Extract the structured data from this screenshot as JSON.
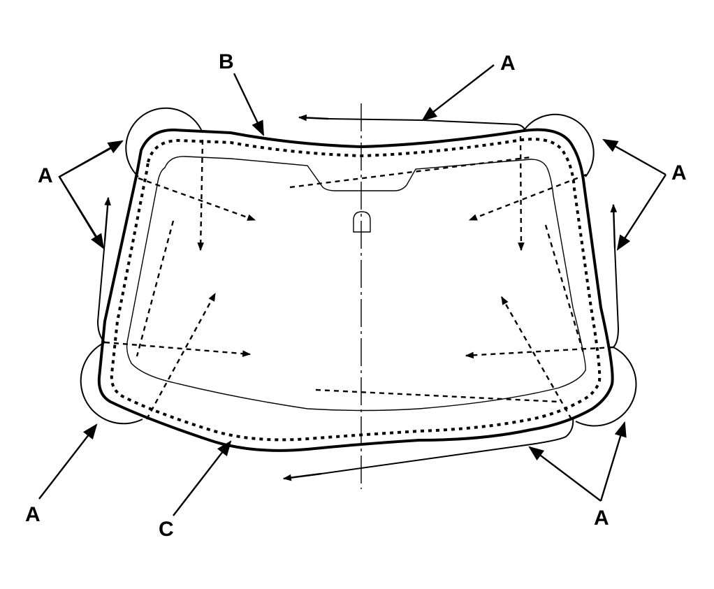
{
  "diagram": {
    "type": "windshield-installation-diagram",
    "labels": {
      "a": "A",
      "b": "B",
      "c": "C"
    },
    "callouts": [
      {
        "id": "A-top-right",
        "text": "A"
      },
      {
        "id": "A-left",
        "text": "A"
      },
      {
        "id": "A-right",
        "text": "A"
      },
      {
        "id": "A-bottom-left",
        "text": "A"
      },
      {
        "id": "A-bottom-right",
        "text": "A"
      },
      {
        "id": "B-top",
        "text": "B"
      },
      {
        "id": "C-bottom",
        "text": "C"
      }
    ],
    "colors": {
      "line": "#000000",
      "background": "#ffffff"
    }
  }
}
